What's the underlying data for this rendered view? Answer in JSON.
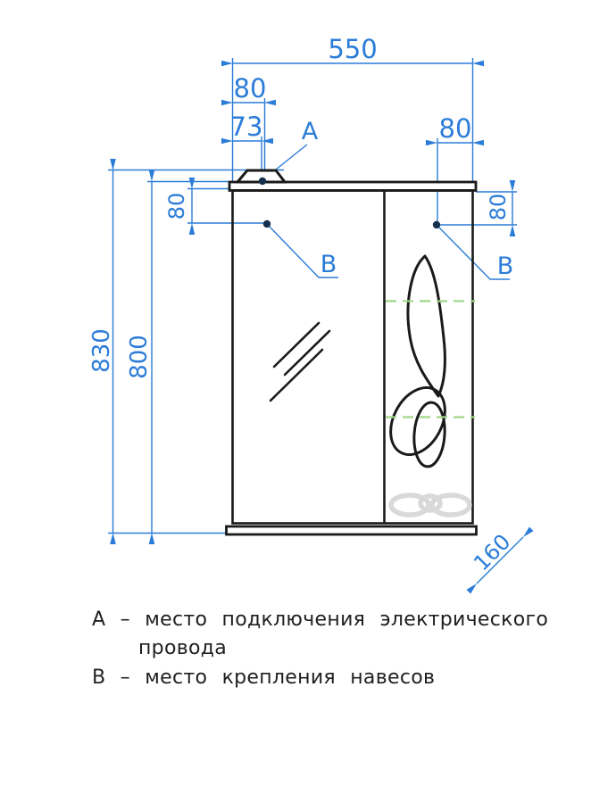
{
  "drawing_name": "mirror-cabinet-technical-drawing",
  "dimensions": {
    "overall_width": "550",
    "connection_offset": "80",
    "connection_offset_alt": "73",
    "hinge_offset_top_right": "80",
    "hinge_drop_left": "80",
    "hinge_drop_right": "80",
    "overall_height": "830",
    "body_height": "800",
    "depth": "160"
  },
  "markers": {
    "a": "А",
    "b": "В"
  },
  "legend": {
    "line1": "А – место подключения электрического",
    "line2": "провода",
    "line3": "В – место крепления навесов"
  },
  "colors": {
    "dimension_blue": "#2b7cd8",
    "outline_black": "#1a1a1a",
    "shelf_dashed_green": "#a0d78a",
    "logo_gray": "#d9d9d9",
    "mount_dot": "#15304c"
  }
}
